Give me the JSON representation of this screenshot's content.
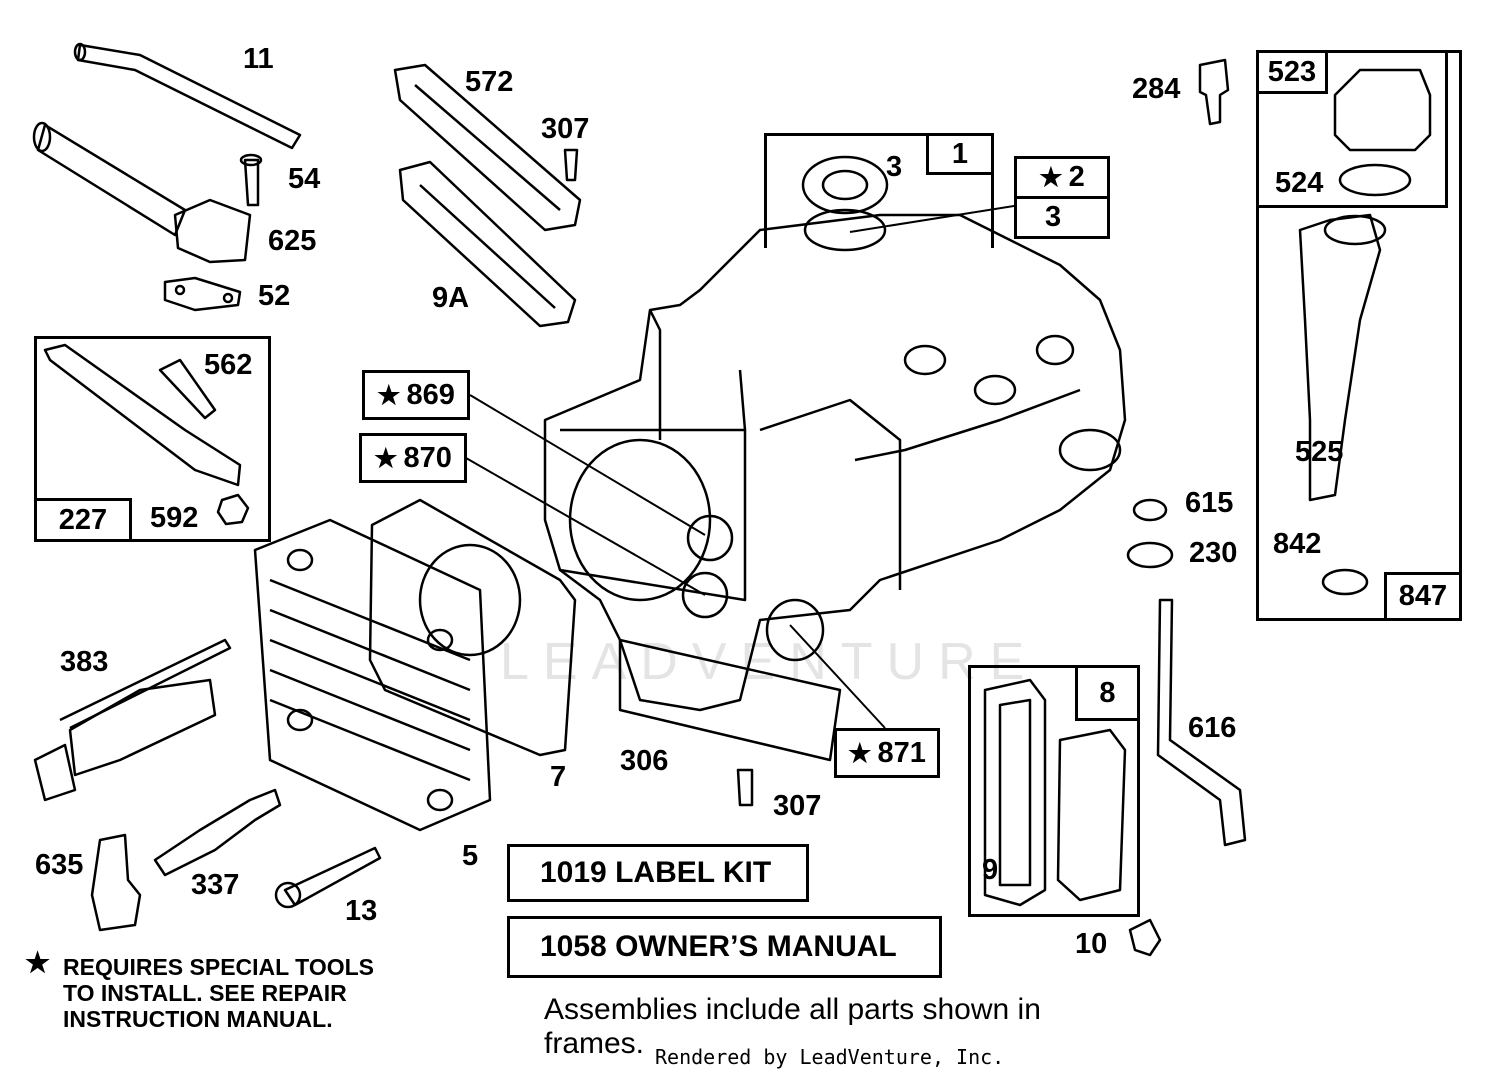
{
  "parts": {
    "p11": "11",
    "p54": "54",
    "p625": "625",
    "p52": "52",
    "p572": "572",
    "p307a": "307",
    "p9A": "9A",
    "p562": "562",
    "p592": "592",
    "p3a": "3",
    "p284": "284",
    "p524": "524",
    "p525": "525",
    "p842": "842",
    "p615": "615",
    "p230": "230",
    "p616": "616",
    "p383": "383",
    "p7": "7",
    "p306": "306",
    "p307b": "307",
    "p635": "635",
    "p337": "337",
    "p13": "13",
    "p5": "5",
    "p9": "9",
    "p10": "10"
  },
  "boxed": {
    "b1": "1",
    "b2": "2",
    "b3": "3",
    "b523": "523",
    "b847": "847",
    "b227": "227",
    "b8": "8",
    "b869": "869",
    "b870": "870",
    "b871": "871"
  },
  "star": "★",
  "kits": {
    "label_kit": "1019 LABEL KIT",
    "owners_manual": "1058 OWNER’S MANUAL"
  },
  "note": {
    "line1": "REQUIRES SPECIAL TOOLS",
    "line2": "TO INSTALL.  SEE REPAIR",
    "line3": "INSTRUCTION MANUAL."
  },
  "assemblies_note": "Assemblies include all parts shown in frames.",
  "rendered_by": "Rendered by LeadVenture, Inc.",
  "watermark": "LEADVENTURE"
}
